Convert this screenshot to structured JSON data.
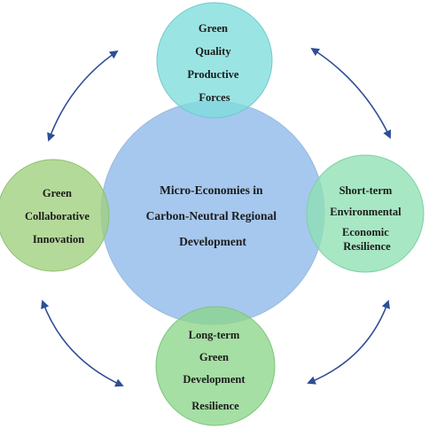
{
  "center": {
    "lines": [
      "Micro-Economies in",
      "Carbon-Neutral Regional",
      "Development"
    ],
    "color": "#a6c8ee"
  },
  "nodes": {
    "top": {
      "lines": [
        "Green",
        "Quality",
        "Productive",
        "Forces"
      ],
      "color": "#7fdcdc"
    },
    "left": {
      "lines": [
        "Green",
        "Collaborative",
        "Innovation"
      ],
      "color": "#9fd07d"
    },
    "right": {
      "lines": [
        "Short-term",
        "Environmental",
        "Economic",
        "Resilience"
      ],
      "color": "#8ee0b4"
    },
    "bottom": {
      "lines": [
        "Long-term",
        "Green",
        "Development",
        "Resilience"
      ],
      "color": "#8cd68a"
    }
  },
  "arrow_color": "#2e4e96"
}
